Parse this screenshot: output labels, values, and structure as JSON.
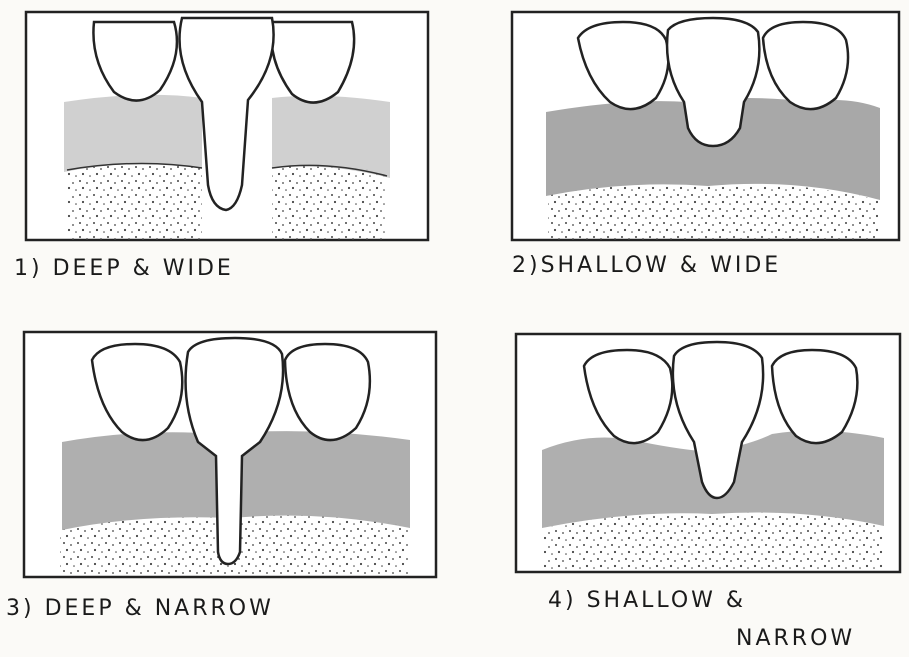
{
  "panels": [
    {
      "caption": "1) DEEP & WIDE"
    },
    {
      "caption": "2)SHALLOW & WIDE"
    },
    {
      "caption": "3) DEEP & NARROW"
    },
    {
      "caption_line1": "4) SHALLOW &",
      "caption_line2": "NARROW"
    }
  ]
}
